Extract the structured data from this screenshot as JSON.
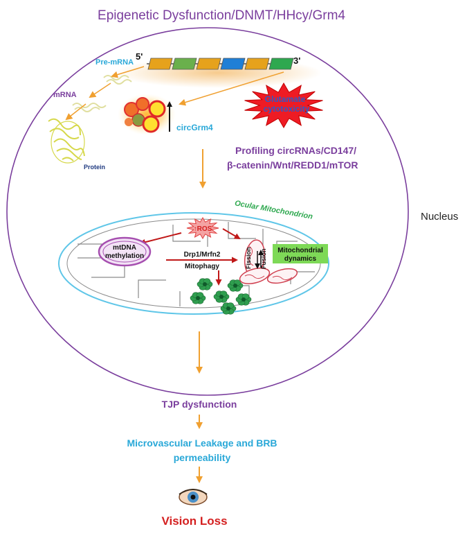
{
  "title": "Epigenetic Dysfunction/DNMT/HHcy/Grm4",
  "nucleus_label": "Nucleus",
  "gene": {
    "five_prime": "5'",
    "three_prime": "3'",
    "segment_colors": [
      "#e6a21c",
      "#6ab04c",
      "#e6a21c",
      "#1f7fd6",
      "#e6a21c",
      "#2ea84f"
    ]
  },
  "transcription": {
    "pre_mrna": "Pre-mRNA",
    "mrna": "mRNA",
    "protein": "Protein"
  },
  "circrna_label": "circGrm4",
  "glutamate": {
    "line1": "Glutamate",
    "line2": "cytotoxicity"
  },
  "profiling": {
    "line1": "Profiling circRNAs/CD147/",
    "line2": "β-catenin/Wnt/REDD1/mTOR"
  },
  "mitochondrion": {
    "label": "Ocular Mitochondrion",
    "ros": "↑ROS",
    "mtdna_line1": "mtDNA",
    "mtdna_line2": "methylation",
    "drp1": "Drp1/Mrfn2",
    "mitophagy": "Mitophagy",
    "fission": "Fission",
    "fusion": "Fusion",
    "dynamics_line1": "Mitochondrial",
    "dynamics_line2": "dynamics"
  },
  "outcomes": {
    "tjp": "TJP dysfunction",
    "leakage_line1": "Microvascular Leakage and BRB",
    "leakage_line2": "permeability",
    "vision_loss": "Vision Loss"
  },
  "colors": {
    "purple": "#7a3e9d",
    "arrow_orange": "#f0a030",
    "cyan": "#29a8d8",
    "green_text": "#2ea84f",
    "red": "#d42020",
    "dynamics_box": "#7ed957"
  }
}
